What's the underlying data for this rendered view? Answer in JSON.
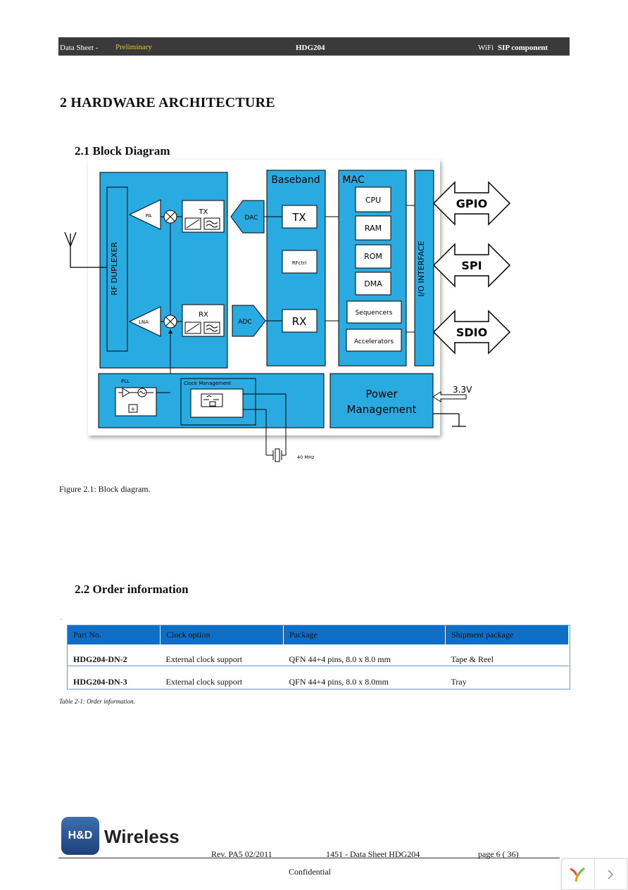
{
  "header": {
    "left": "Data Sheet -",
    "status": "Preliminary",
    "center": "HDG204",
    "right_a": "WiFi",
    "right_b": "SIP component"
  },
  "section": {
    "title": "2  HARDWARE ARCHITECTURE"
  },
  "block_diagram": {
    "heading": "2.1  Block Diagram",
    "labels": {
      "rf_duplexer": "RF DUPLEXER",
      "pa": "PA",
      "lna": "LNA",
      "tx": "TX",
      "rx": "RX",
      "dac": "DAC",
      "adc": "ADC",
      "baseband": "Baseband",
      "bb_tx": "TX",
      "bb_rx": "RX",
      "rfctrl": "RFctrl",
      "mac": "MAC",
      "cpu": "CPU",
      "ram": "RAM",
      "rom": "ROM",
      "dma": "DMA",
      "sequencers": "Sequencers",
      "accelerators": "Accelerators",
      "io_interface": "I/O INTERFACE",
      "gpio": "GPIO",
      "spi": "SPI",
      "sdio": "SDIO",
      "pll": "PLL",
      "clock_management": "Clock Management",
      "power_line1": "Power",
      "power_line2": "Management",
      "voltage": "3.3V",
      "crystal": "40 MHz"
    },
    "colors": {
      "block": "#29abe2",
      "outline": "#000000"
    },
    "caption": "Figure 2.1: Block diagram."
  },
  "order_info": {
    "heading": "2.2   Order information",
    "columns": [
      "Part No.",
      "Clock option",
      "Package",
      "Shipment package"
    ],
    "rows": [
      [
        "HDG204-DN-2",
        "External clock support",
        "QFN 44+4 pins, 8.0 x 8.0 mm",
        "Tape & Reel"
      ],
      [
        "HDG204-DN-3",
        "External clock support",
        "QFN 44+4 pins, 8.0 x 8.0mm",
        "Tray"
      ]
    ],
    "caption": "Table 2-1: Order information."
  },
  "footer": {
    "logo_text": "H&D",
    "brand": "Wireless",
    "revision": "Rev. PA5 02/2011",
    "doc": "1451 - Data Sheet HDG204",
    "page": "page  6 ( 36)",
    "confidential": "Confidential"
  },
  "viewer": {
    "next_icon": "chevron-right-icon",
    "logo_icon": "viewer-logo-icon"
  }
}
